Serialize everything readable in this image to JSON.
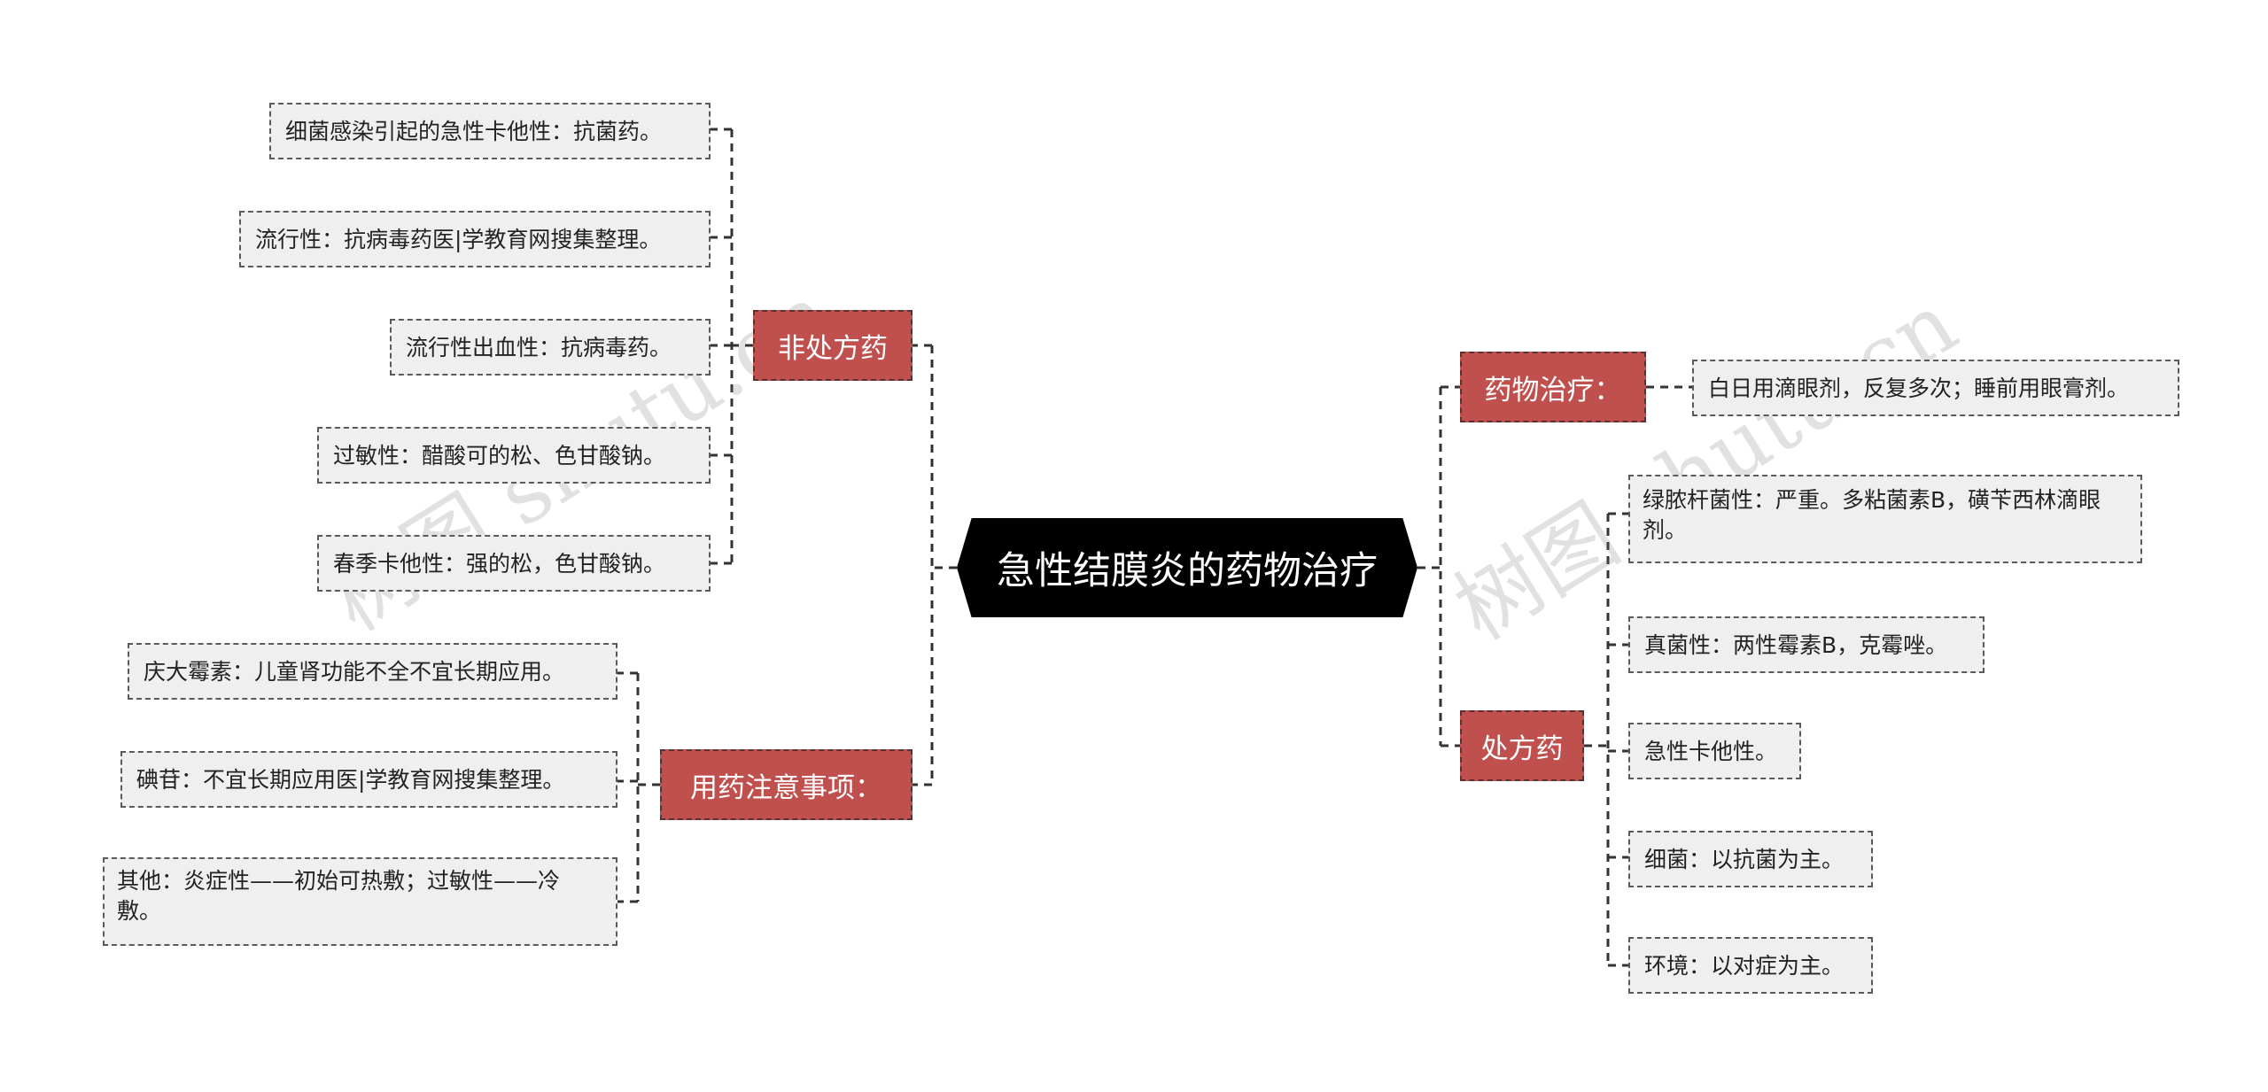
{
  "diagram": {
    "type": "mind-map",
    "center": "急性结膜炎的药物治疗",
    "branches": {
      "fei_chufang": {
        "label": "非处方药",
        "items": [
          "细菌感染引起的急性卡他性：抗菌药。",
          "流行性：抗病毒药医|学教育网搜集整理。",
          "流行性出血性：抗病毒药。",
          "过敏性：醋酸可的松、色甘酸钠。",
          "春季卡他性：强的松，色甘酸钠。"
        ]
      },
      "yongyao": {
        "label": "用药注意事项：",
        "items": [
          "庆大霉素：儿童肾功能不全不宜长期应用。",
          "碘苷：不宜长期应用医|学教育网搜集整理。",
          "其他：炎症性——初始可热敷；过敏性——冷敷。"
        ]
      },
      "yaowu": {
        "label": "药物治疗：",
        "items": [
          "白日用滴眼剂，反复多次；睡前用眼膏剂。"
        ]
      },
      "chufang": {
        "label": "处方药",
        "items": [
          "绿脓杆菌性：严重。多粘菌素B，磺苄西林滴眼剂。",
          "真菌性：两性霉素B，克霉唑。",
          "急性卡他性。",
          "细菌：以抗菌为主。",
          "环境：以对症为主。"
        ]
      }
    },
    "watermarks": [
      "树图 shutu.cn",
      "树图 shutu.cn"
    ],
    "colors": {
      "branch_fill": "#c0504d",
      "center_fill": "#000000",
      "leaf_fill": "#efefef",
      "connector": "#333333"
    }
  }
}
